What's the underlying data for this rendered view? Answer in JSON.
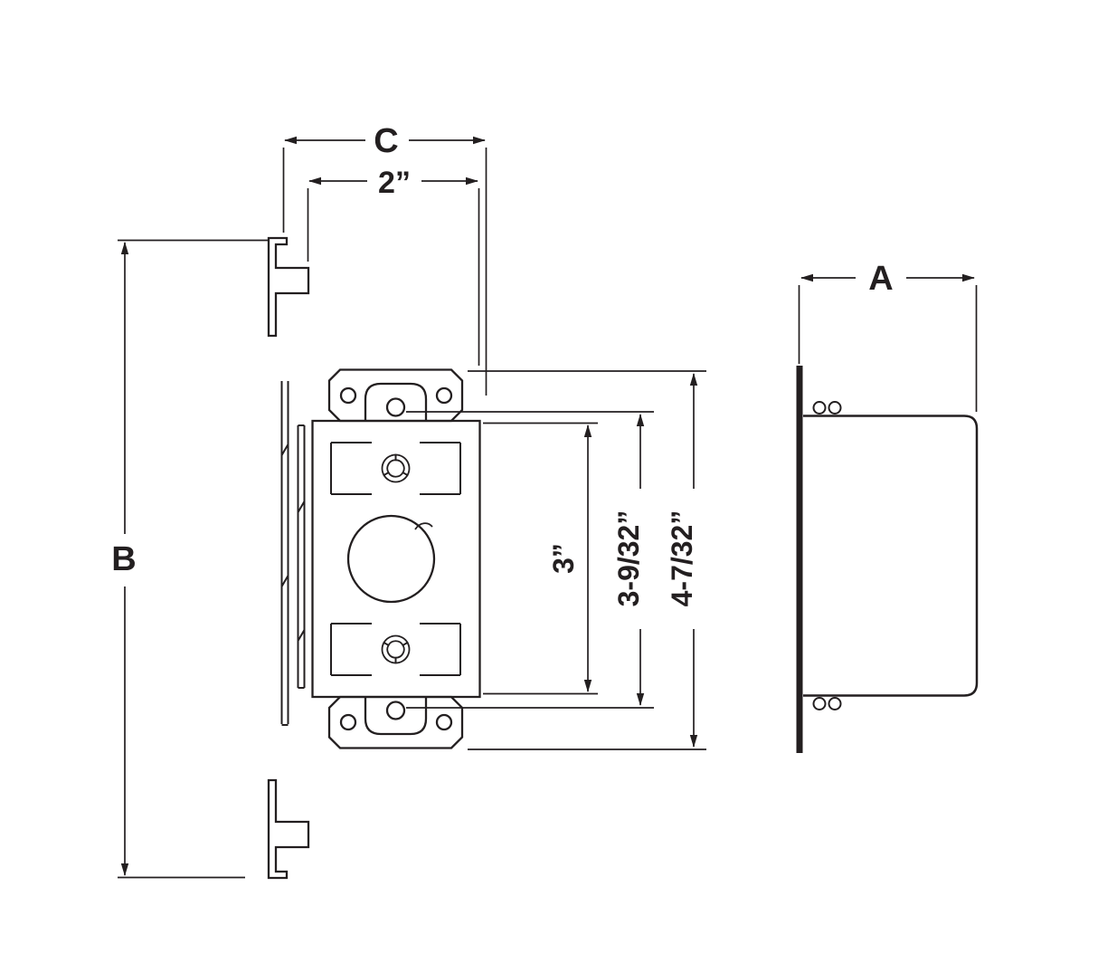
{
  "diagram": {
    "colors": {
      "line": "#231f20",
      "background": "#ffffff"
    },
    "dimensions": {
      "c": "C",
      "two_in": "2”",
      "b": "B",
      "three_in": "3”",
      "three_nine": "3-9/32”",
      "four_seven": "4-7/32”",
      "a": "A"
    }
  }
}
